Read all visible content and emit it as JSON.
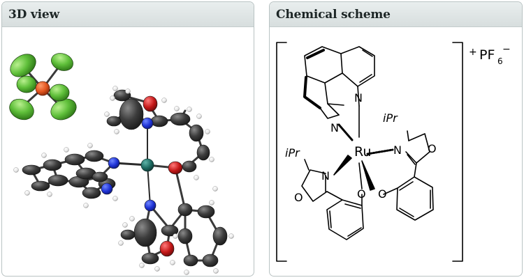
{
  "panels": [
    {
      "title": "3D view"
    },
    {
      "title": "Chemical scheme"
    }
  ],
  "scheme": {
    "charge": "+",
    "counterion": "PF",
    "counterion_subscript": "6",
    "counterion_charge": "−",
    "metal": "Ru",
    "atom_labels": {
      "n_phen_1": "N",
      "n_phen_2": "N",
      "n_ox_right": "N",
      "n_ox_left": "N",
      "o_ring_right": "O",
      "o_ring_left": "O",
      "o_phenoxide_right": "O",
      "o_phenoxide_left": "O"
    },
    "substituents": {
      "ipr_right": "iPr",
      "ipr_left": "iPr"
    }
  },
  "view3d": {
    "atom_colors": {
      "carbon": "#3a3a3a",
      "nitrogen": "#1f33d6",
      "oxygen": "#c41818",
      "ruthenium": "#1e6b62",
      "fluorine": "#5fbf3a",
      "phosphorus": "#e1541e",
      "hydrogen": "#f2f2f2"
    }
  }
}
